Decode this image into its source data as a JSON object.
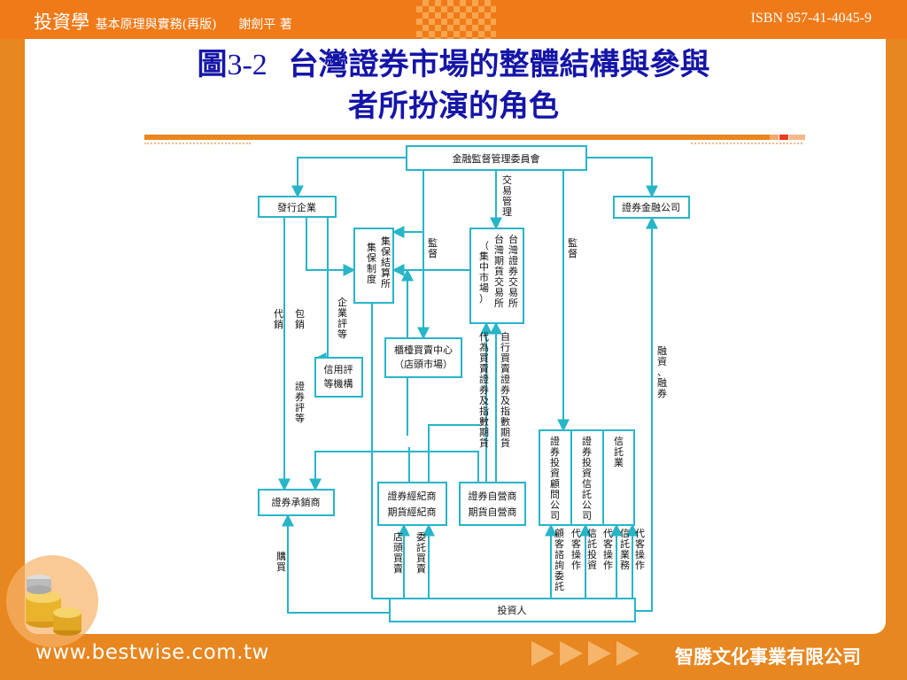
{
  "header": {
    "book_title": "投資學",
    "subtitle": "基本原理與實務(再版)",
    "author": "謝劍平 著",
    "isbn": "ISBN 957-41-4045-9"
  },
  "slide": {
    "title_prefix": "圖",
    "title_number": "3-2",
    "title_line1": "台灣證券市場的整體結構與參與",
    "title_line2": "者所扮演的角色"
  },
  "diagram": {
    "boxes": {
      "fsc": "金融監督管理委員會",
      "issuer": "發行企業",
      "securities_finance": "證券金融公司",
      "depository": [
        "集保結算所",
        "集保制度"
      ],
      "exchange": [
        "台灣證券交易所",
        "台灣期貨交易所",
        "（集中市場）"
      ],
      "otc": [
        "櫃檯買賣中心",
        "（店頭市場）"
      ],
      "credit_rating": [
        "信用評",
        "等機構"
      ],
      "underwriter": "證券承銷商",
      "broker": [
        "證券經紀商",
        "期貨經紀商"
      ],
      "dealer": [
        "證券自營商",
        "期貨自營商"
      ],
      "advisory": "證券投資顧問公司",
      "trust_fund": "證券投資信託公司",
      "trust_business": "信託業",
      "investor": "投資人"
    },
    "labels": {
      "trade_mgmt": "交易管理",
      "supervise_left": "監督",
      "supervise_right": "監督",
      "rating": "企業評等",
      "agency_sale": "代銷",
      "firm_underwrite": "包銷",
      "sec_rating": "證券評等",
      "agent_trading": "代為買賣證券及指數期貨",
      "self_trading": "自行買賣證券及指數期貨",
      "margin": "融資、融券",
      "otc_trading": "店頭買賣",
      "consign": "委託買賣",
      "purchase": "購買",
      "consult": "顧客諮詢委託",
      "proxy_op1": "代客操作",
      "trust_invest": "信託投資",
      "proxy_op2": "代客操作",
      "trust_business": "信託業務",
      "proxy_op3": "代客操作"
    }
  },
  "footer": {
    "website": "www.bestwise.com.tw",
    "publisher": "智勝文化事業有限公司"
  },
  "colors": {
    "line": "#27b5c8",
    "title": "#1515a8",
    "accent": "#e8861f"
  }
}
